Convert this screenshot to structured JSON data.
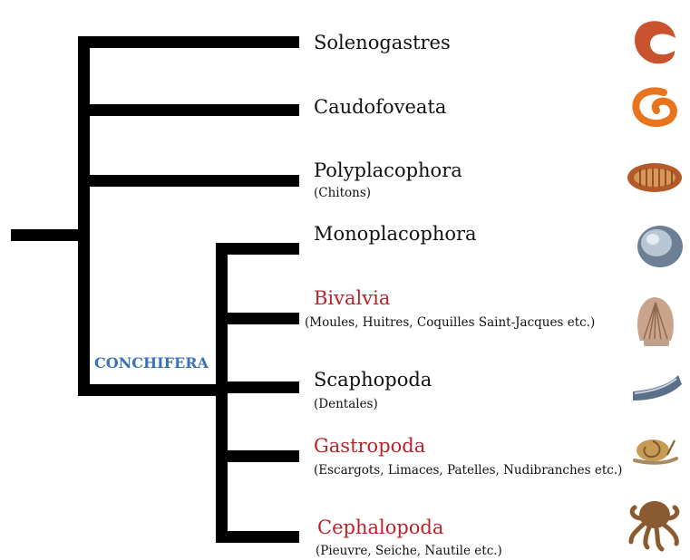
{
  "clade_label": "CONCHIFERA",
  "taxa": [
    {
      "name": "Solenogastres",
      "sub": "",
      "color": "#111111",
      "icon": "solenogaster-worm-icon"
    },
    {
      "name": "Caudofoveata",
      "sub": "",
      "color": "#111111",
      "icon": "caudofoveate-spiral-icon"
    },
    {
      "name": "Polyplacophora",
      "sub": "(Chitons)",
      "color": "#111111",
      "icon": "chiton-icon"
    },
    {
      "name": "Monoplacophora",
      "sub": "",
      "color": "#111111",
      "icon": "monoplacophoran-shell-icon"
    },
    {
      "name": "Bivalvia",
      "sub": "(Moules, Huitres, Coquilles Saint-Jacques etc.)",
      "color": "#b8232a",
      "icon": "scallop-shell-icon"
    },
    {
      "name": "Scaphopoda",
      "sub": "(Dentales)",
      "color": "#111111",
      "icon": "tusk-shell-icon"
    },
    {
      "name": "Gastropoda",
      "sub": "(Escargots, Limaces, Patelles, Nudibranches etc.)",
      "color": "#b8232a",
      "icon": "snail-icon"
    },
    {
      "name": "Cephalopoda",
      "sub": "(Pieuvre, Seiche, Nautile etc.)",
      "color": "#b8232a",
      "icon": "octopus-icon"
    }
  ]
}
